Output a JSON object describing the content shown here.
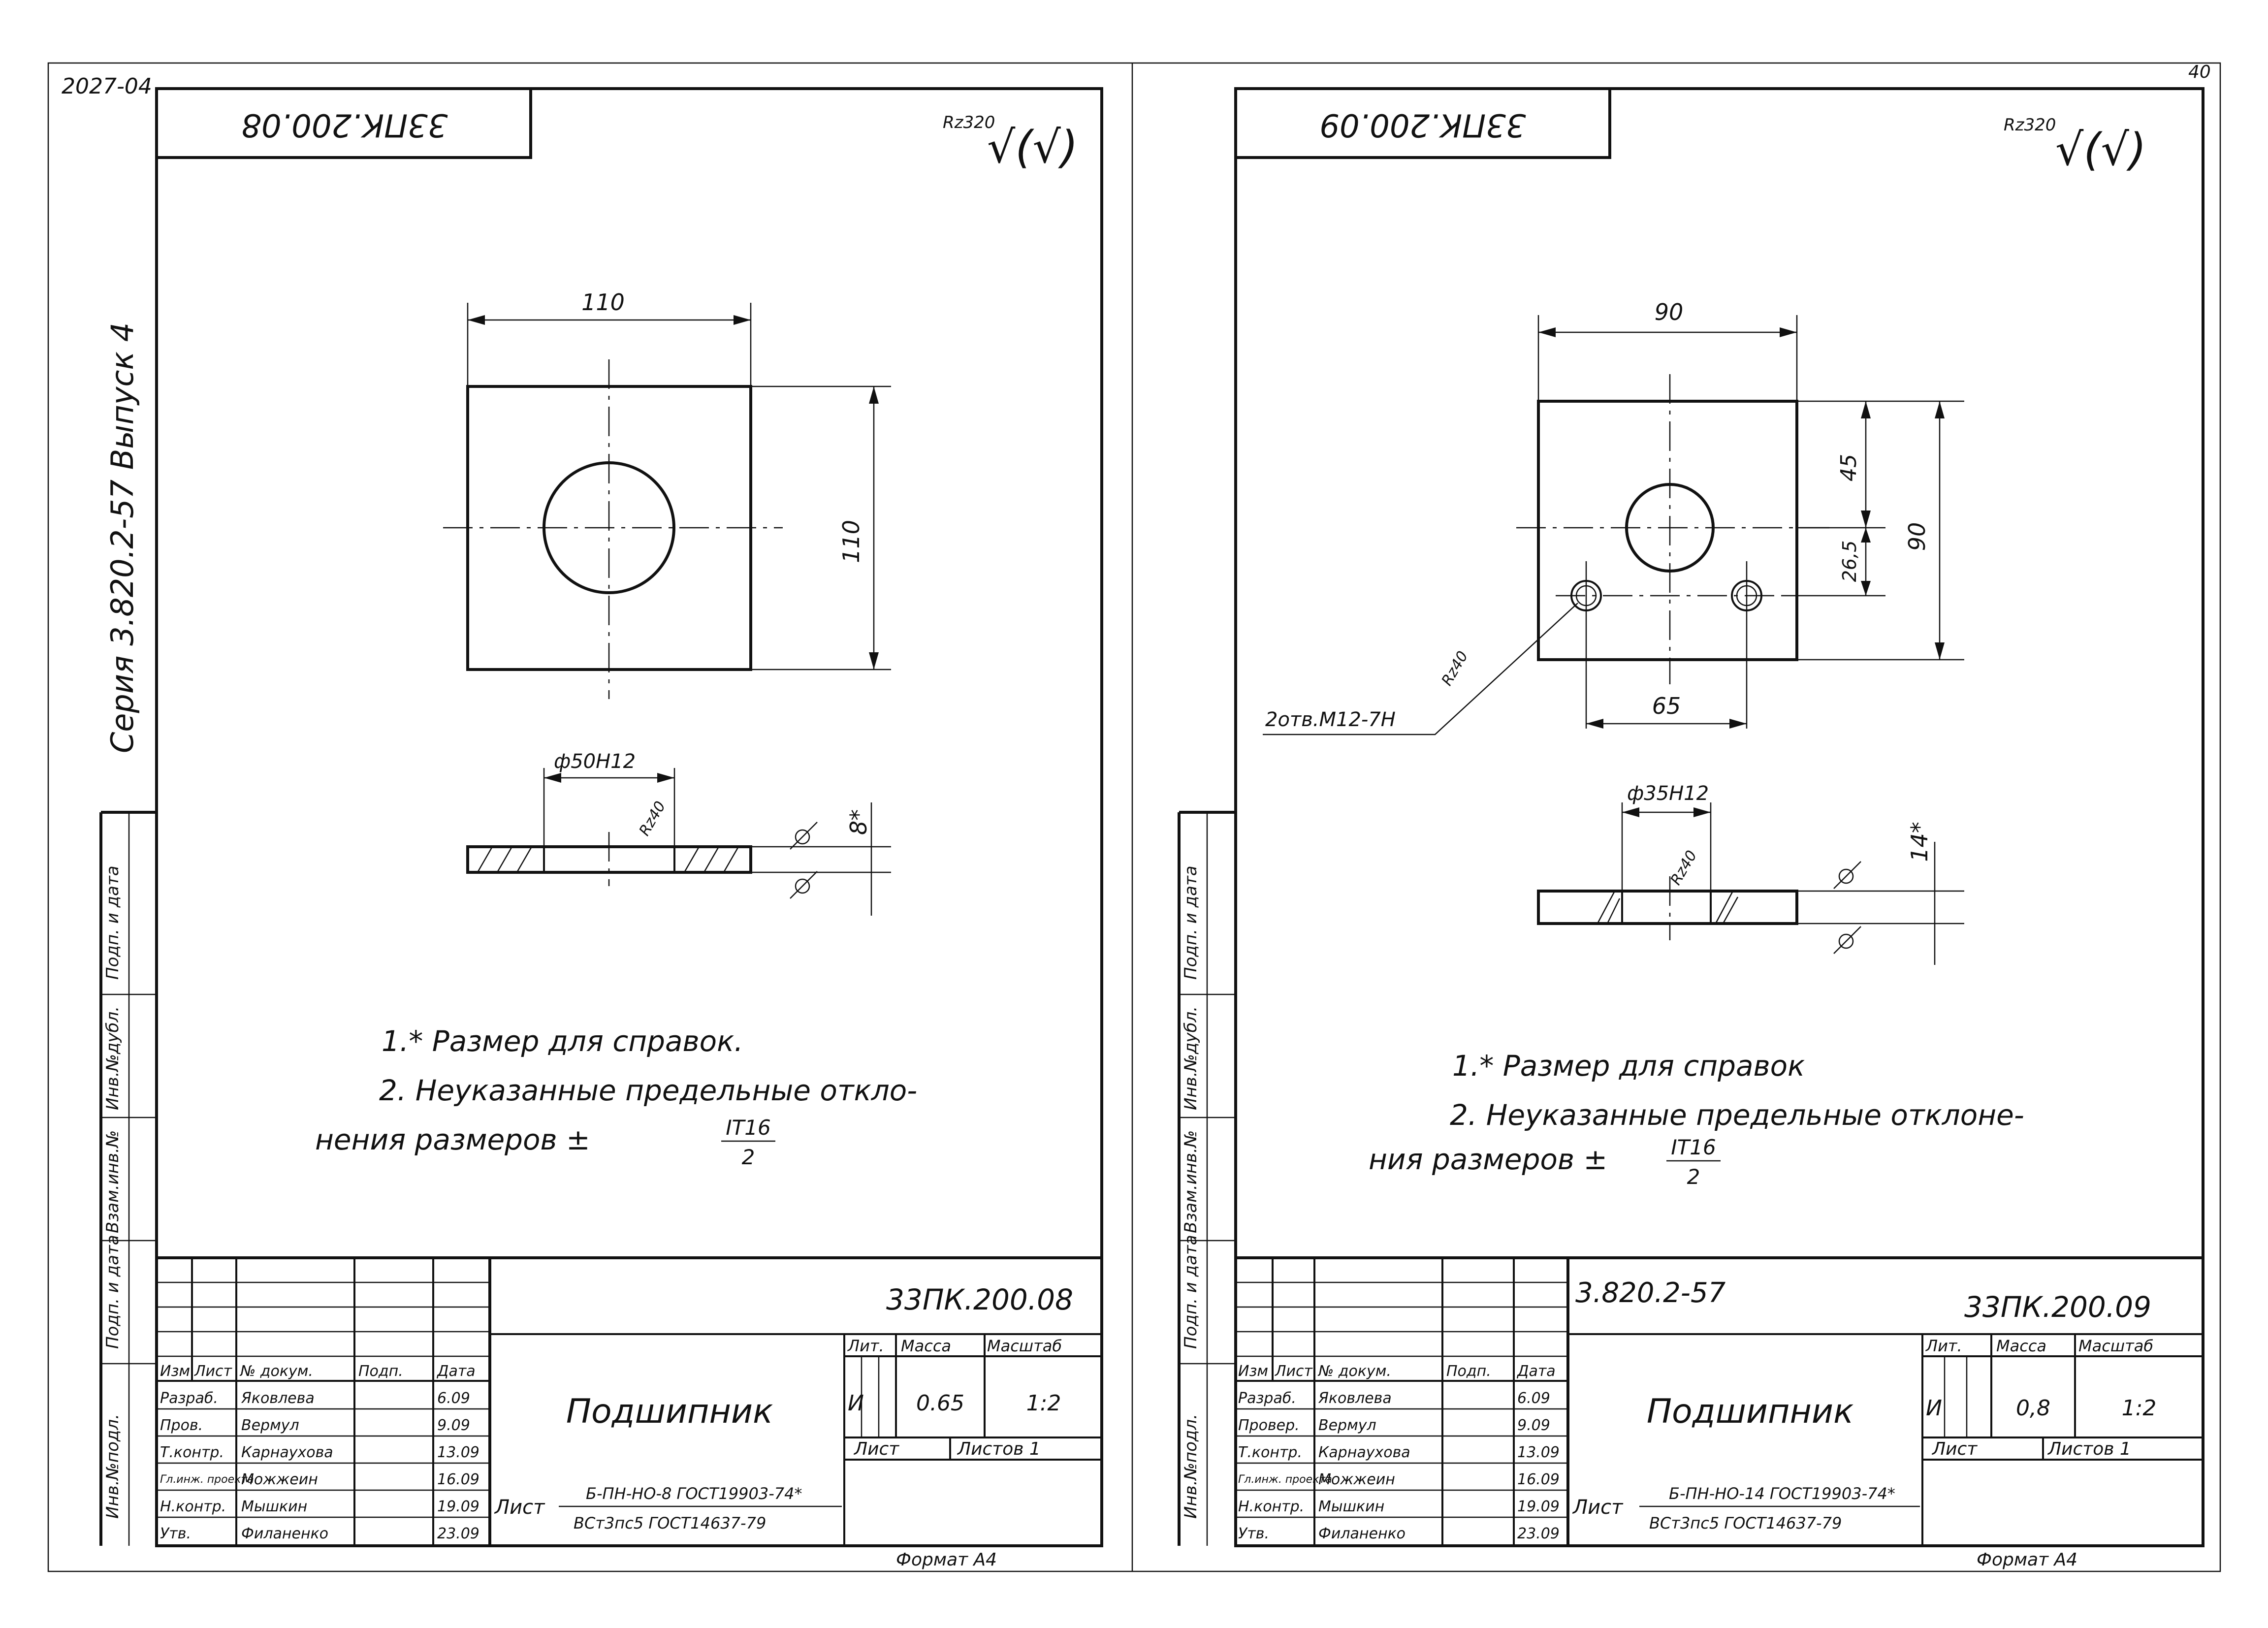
{
  "corner": {
    "left_code": "2027-04",
    "right_code": "40"
  },
  "series_label": "Серия 3.820.2-57  Выпуск 4",
  "margin_labels": [
    "Инв.№подл.",
    "Подп. и дата",
    "Взам.инв.№",
    "Инв.№дубл.",
    "Подп. и дата"
  ],
  "sheets": [
    {
      "rotated_code": "33ПК.200.08",
      "roughness_general": "Rz320",
      "roughness_symbol": "√(√)",
      "dims": {
        "width": "110",
        "height": "110",
        "bore": "ф50Н12",
        "thickness": "8*",
        "bore_roughness": "Rz40"
      },
      "notes": {
        "n1": "1.* Размер для справок.",
        "n2a": "2. Неуказанные предельные откло-",
        "n2b": "нения  размеров  ±",
        "frac_top": "IT16",
        "frac_bot": "2"
      },
      "title_block": {
        "doc_number": "33ПК.200.08",
        "series_code": "",
        "part_name": "Подшипник",
        "material_top": "Б-ПН-НО-8 ГОСТ19903-74*",
        "material_bot": "ВСт3пс5 ГОСТ14637-79",
        "list_word": "Лист",
        "lit_label": "Лит.",
        "mass_label": "Масса",
        "scale_label": "Масштаб",
        "lit": "И",
        "mass": "0.65",
        "scale": "1:2",
        "sheet_label": "Лист",
        "sheets_label": "Листов 1",
        "header": [
          "Изм",
          "Лист",
          "№ докум.",
          "Подп.",
          "Дата"
        ],
        "rows": [
          {
            "role": "Разраб.",
            "name": "Яковлева",
            "date": "6.09"
          },
          {
            "role": "Пров.",
            "name": "Вермул",
            "date": "9.09"
          },
          {
            "role": "Т.контр.",
            "name": "Карнаухова",
            "date": "13.09"
          },
          {
            "role": "Гл.инж. проекта",
            "name": "Можжеин",
            "date": "16.09"
          },
          {
            "role": "Н.контр.",
            "name": "Мышкин",
            "date": "19.09"
          },
          {
            "role": "Утв.",
            "name": "Филаненко",
            "date": "23.09"
          }
        ]
      },
      "format": "Формат А4"
    },
    {
      "rotated_code": "33ПК.200.09",
      "roughness_general": "Rz320",
      "roughness_symbol": "√(√)",
      "dims": {
        "width": "90",
        "height": "90",
        "upper": "45",
        "lower": "26,5",
        "holes_spacing": "65",
        "bore": "ф35Н12",
        "thickness": "14*",
        "bore_roughness": "Rz40",
        "hole_roughness": "Rz40"
      },
      "hole_callout": "2отв.М12-7Н",
      "notes": {
        "n1": "1.* Размер для   справок",
        "n2a": "2. Неуказанные предельные отклоне-",
        "n2b": "ния  размеров  ±",
        "frac_top": "IT16",
        "frac_bot": "2"
      },
      "title_block": {
        "doc_number": "33ПК.200.09",
        "series_code": "3.820.2-57",
        "part_name": "Подшипник",
        "material_top": "Б-ПН-НО-14 ГОСТ19903-74*",
        "material_bot": "ВСт3пс5 ГОСТ14637-79",
        "list_word": "Лист",
        "lit_label": "Лит.",
        "mass_label": "Масса",
        "scale_label": "Масштаб",
        "lit": "И",
        "mass": "0,8",
        "scale": "1:2",
        "sheet_label": "Лист",
        "sheets_label": "Листов 1",
        "header": [
          "Изм",
          "Лист",
          "№ докум.",
          "Подп.",
          "Дата"
        ],
        "rows": [
          {
            "role": "Разраб.",
            "name": "Яковлева",
            "date": "6.09"
          },
          {
            "role": "Провер.",
            "name": "Вермул",
            "date": "9.09"
          },
          {
            "role": "Т.контр.",
            "name": "Карнаухова",
            "date": "13.09"
          },
          {
            "role": "Гл.инж. проекта",
            "name": "Можжеин",
            "date": "16.09"
          },
          {
            "role": "Н.контр.",
            "name": "Мышкин",
            "date": "19.09"
          },
          {
            "role": "Утв.",
            "name": "Филаненко",
            "date": "23.09"
          }
        ]
      },
      "format": "Формат А4"
    }
  ]
}
